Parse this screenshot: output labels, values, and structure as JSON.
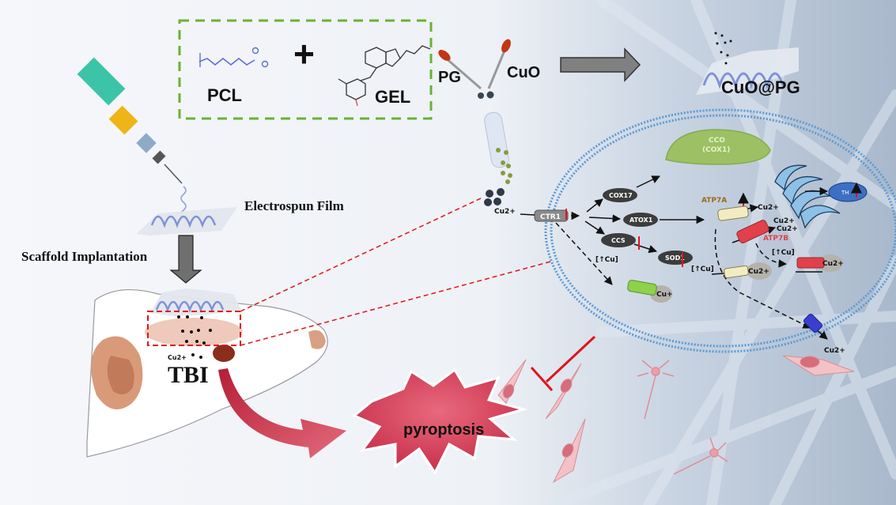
{
  "figure": {
    "type": "graphical-abstract",
    "colors": {
      "background": "#f6f7fb",
      "dashed_box": "#6ab136",
      "inhibition": "#e0141a",
      "pyroptosis_fill": "#d8475f",
      "membrane": "#5b9bd5",
      "mitochondria": "#9cc063",
      "golgi": "#6fa8d8",
      "th_node": "#3d6fc4",
      "node_dark": "#3c3c3c",
      "atp7a_label": "#9a6b1a",
      "atp7b_label": "#e0414a",
      "up_arrow": "#e0141a"
    }
  },
  "synthesis": {
    "materials": [
      "PCL",
      "GEL"
    ],
    "plus": "+",
    "reagents": [
      "PG",
      "CuO"
    ],
    "product": "CuO@PG"
  },
  "left_panel": {
    "electrospun_label": "Electrospun Film",
    "implant_label": "Scaffold Implantation",
    "injury_label": "TBI",
    "ion_label": "Cu2+"
  },
  "outcome": {
    "pyroptosis_label": "pyroptosis"
  },
  "pathway": {
    "extracellular_ion": "Cu2+",
    "importer": "CTR1",
    "chaperones": [
      "COX17",
      "ATOX1",
      "CCS",
      "SOD1"
    ],
    "mitochondria_label_1": "CCO",
    "mitochondria_label_2": "(COX1)",
    "transporters": [
      "ATP7A",
      "ATP7B"
    ],
    "golgi_target": "TH",
    "copper_labels": {
      "atp7a_out": "Cu2+",
      "golgi_in_1": "Cu2+",
      "golgi_in_2": "Cu2+",
      "lower_atp7a": "Cu2+",
      "atp7b_out": "Cu2+",
      "cell_exit": "Cu2+",
      "cuprous": "Cu+"
    },
    "cu_increase_labels": [
      "[↑Cu]",
      "[↑Cu]",
      "[↑Cu]"
    ]
  }
}
